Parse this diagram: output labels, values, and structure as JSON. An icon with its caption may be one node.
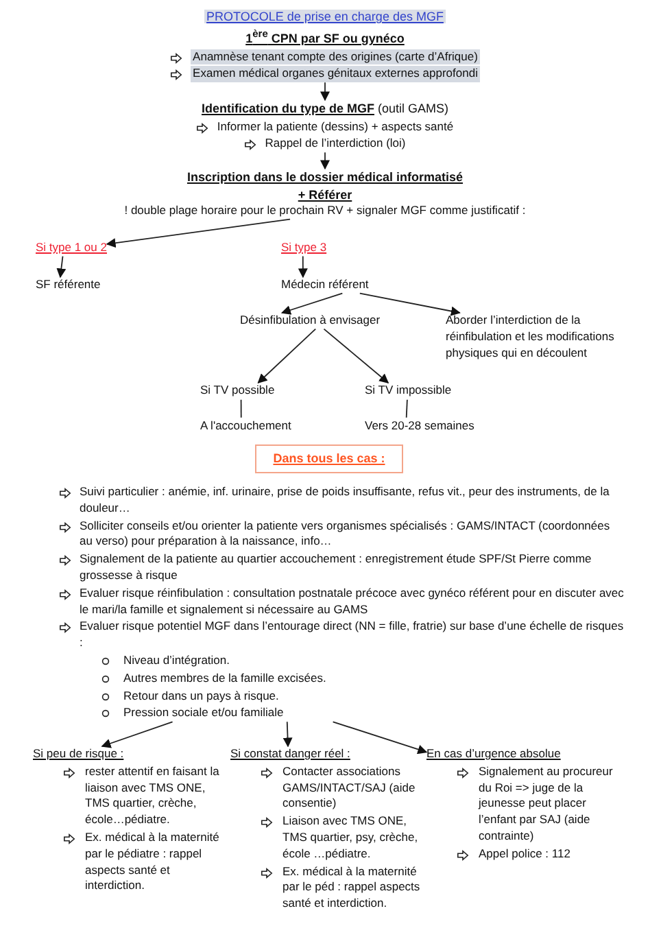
{
  "diagram": {
    "title": "PROTOCOLE de prise en charge des MGF",
    "nodes": [
      {
        "text": [
          "1$^{ère}$ CPN par SF ou gynéco",
          "Anamnèse tenant compte des origines (carte d’Afrique)",
          "Examen médical organes génitaux externes approfondi"
        ]
      },
      {
        "text": [
          "**Identification du type de MGF** (outil GAMS)",
          "Informer la patiente (dessins) + aspects santé",
          "Rappel de l’interdiction (loi)"
        ]
      },
      {
        "text": [
          "Inscription dans le dossier médical informatisé",
          "+ Référer",
          "! double plage horaire pour le prochain RV + signaler MGF comme justificatif :"
        ]
      },
      {
        "text": [
          "Si type 1 ou 2"
        ]
      },
      {
        "text": [
          "Si type 3"
        ]
      },
      {
        "text": [
          "SF référente"
        ]
      },
      {
        "text": [
          "Médecin référent"
        ]
      },
      {
        "text": [
          "Désinfibulation à envisager"
        ]
      },
      {
        "text": [
          "Aborder l’interdiction de la réinfibulation et les modifications physiques qui en découlent"
        ]
      },
      {
        "text": [
          "Si TV possible"
        ]
      },
      {
        "text": [
          "Si TV impossible"
        ]
      },
      {
        "text": [
          "A l'accouchement"
        ]
      },
      {
        "text": [
          "Vers 20-28 semaines"
        ]
      },
      {
        "text": [
          "Dans tous les cas :"
        ]
      },
      {
        "text": [
          "Suivi particulier : anémie, inf. urinaire, prise de poids insuffisante, refus vit., peur des instruments, de la douleur…",
          "Solliciter conseils et/ou orienter la patiente vers organismes spécialisés : GAMS/INTACT (coordonnées au verso) pour préparation à la naissance, info…",
          "Signalement de la patiente au quartier accouchement : enregistrement étude SPF/St Pierre comme grossesse à risque",
          "Evaluer risque réinfibulation : consultation postnatale précoce avec gynéco référent pour en discuter avec le mari/la famille et signalement si nécessaire au GAMS",
          "Evaluer risque potentiel MGF dans l’entourage direct (NN = fille, fratrie) sur base d’une échelle de risques :",
          "Niveau d’intégration.",
          "Autres membres de la famille excisées.",
          "Retour dans un pays à risque.",
          "Pression sociale et/ou familiale"
        ]
      },
      {
        "text": [
          "Si peu de risque :",
          "rester attentif en faisant la liaison avec TMS ONE, TMS quartier, crèche, école…pédiatre.",
          "Ex. médical à la maternité par le pédiatre : rappel aspects santé et interdiction."
        ]
      },
      {
        "text": [
          "Si constat danger réel :",
          "Contacter associations GAMS/INTACT/SAJ (aide consentie)",
          "Liaison avec TMS ONE, TMS quartier, psy, crèche, école …pédiatre.",
          "Ex. médical à la maternité par le péd : rappel aspects santé et interdiction."
        ]
      },
      {
        "text": [
          "En cas d’urgence absolue",
          "Signalement au procureur du Roi => juge de la jeunesse peut placer l’enfant par SAJ (aide contrainte)",
          "Appel police : 112"
        ]
      }
    ],
    "edges": [
      {
        "from": 0,
        "to": 1,
        "arrow": "to"
      },
      {
        "from": 1,
        "to": 2,
        "arrow": "to"
      },
      {
        "from": 2,
        "to": 3,
        "arrow": "to"
      },
      {
        "from": 3,
        "to": 5,
        "arrow": "to"
      },
      {
        "from": 4,
        "to": 6,
        "arrow": "to"
      },
      {
        "from": 6,
        "to": 7,
        "arrow": "to"
      },
      {
        "from": 6,
        "to": 8,
        "arrow": "to"
      },
      {
        "from": 7,
        "to": 9,
        "arrow": "to"
      },
      {
        "from": 7,
        "to": 10,
        "arrow": "to"
      },
      {
        "from": 9,
        "to": 11,
        "arrow": "none"
      },
      {
        "from": 10,
        "to": 12,
        "arrow": "none"
      },
      {
        "from": 14,
        "to": 15,
        "arrow": "to"
      },
      {
        "from": 14,
        "to": 16,
        "arrow": "to"
      },
      {
        "from": 14,
        "to": 17,
        "arrow": "to"
      }
    ]
  }
}
